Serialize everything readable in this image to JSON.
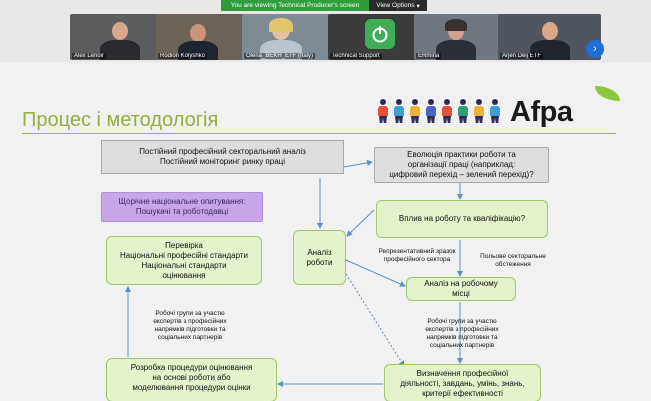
{
  "banner": {
    "text": "You are viewing Technical Producer's screen",
    "view_options": "View Options"
  },
  "participants": [
    {
      "name": "Alex Lenoir"
    },
    {
      "name": "Rodion Kolyshko"
    },
    {
      "name": "Olena_BEKH_ETF (Italy)"
    },
    {
      "name": "Technical Support"
    },
    {
      "name": "ERmina"
    },
    {
      "name": "Arjen Deij ETF"
    }
  ],
  "slide": {
    "title": "Процес і методологія",
    "logo_text": "Afpa",
    "boxes": {
      "top_left": [
        "Постійний професійний секторальний аналіз",
        "Постійний моніторинг ринку праці"
      ],
      "purple": [
        "Щорічне національне опитування:",
        "Пошукачі та роботодавці"
      ],
      "standards": [
        "Перевірка",
        "Національні професійні стандарти",
        "Національні стандарти",
        "оцінювання"
      ],
      "analysis_work": [
        "Аналіз",
        "роботи"
      ],
      "evolution": [
        "Еволюція практики роботи та",
        "організації праці (наприклад:",
        "цифровий перехід – зелений перехід)?"
      ],
      "impact": [
        "Вплив на роботу та кваліфікацію?"
      ],
      "workplace": [
        "Аналіз на робочому",
        "місці"
      ],
      "definition": [
        "Визначення професійної",
        "діяльності, завдань, умінь, знань,",
        "критерії ефективності"
      ],
      "procedure": [
        "Розробка процедури оцінювання",
        "на основі роботи або",
        "моделювання процедури оцінки"
      ]
    },
    "notes": {
      "representative": [
        "Репрезентативний зразок",
        "професійного сектора"
      ],
      "field": [
        "Польове секторальне",
        "обстеження"
      ],
      "groups_right": [
        "Робочі групи за участю",
        "експертів з професійних",
        "напрямків підготовки та",
        "соціальних партнерів"
      ],
      "groups_left": [
        "Робочі групи за участю",
        "експертів з професійних",
        "напрямків підготовки та",
        "соціальних партнерів"
      ]
    }
  },
  "colors": {
    "accent_title": "#8fb240",
    "banner_green": "#2f9e3a",
    "next_button": "#1d6fd6"
  },
  "icons": {
    "next": "chevron-right-icon",
    "technical_support": "power-icon"
  }
}
